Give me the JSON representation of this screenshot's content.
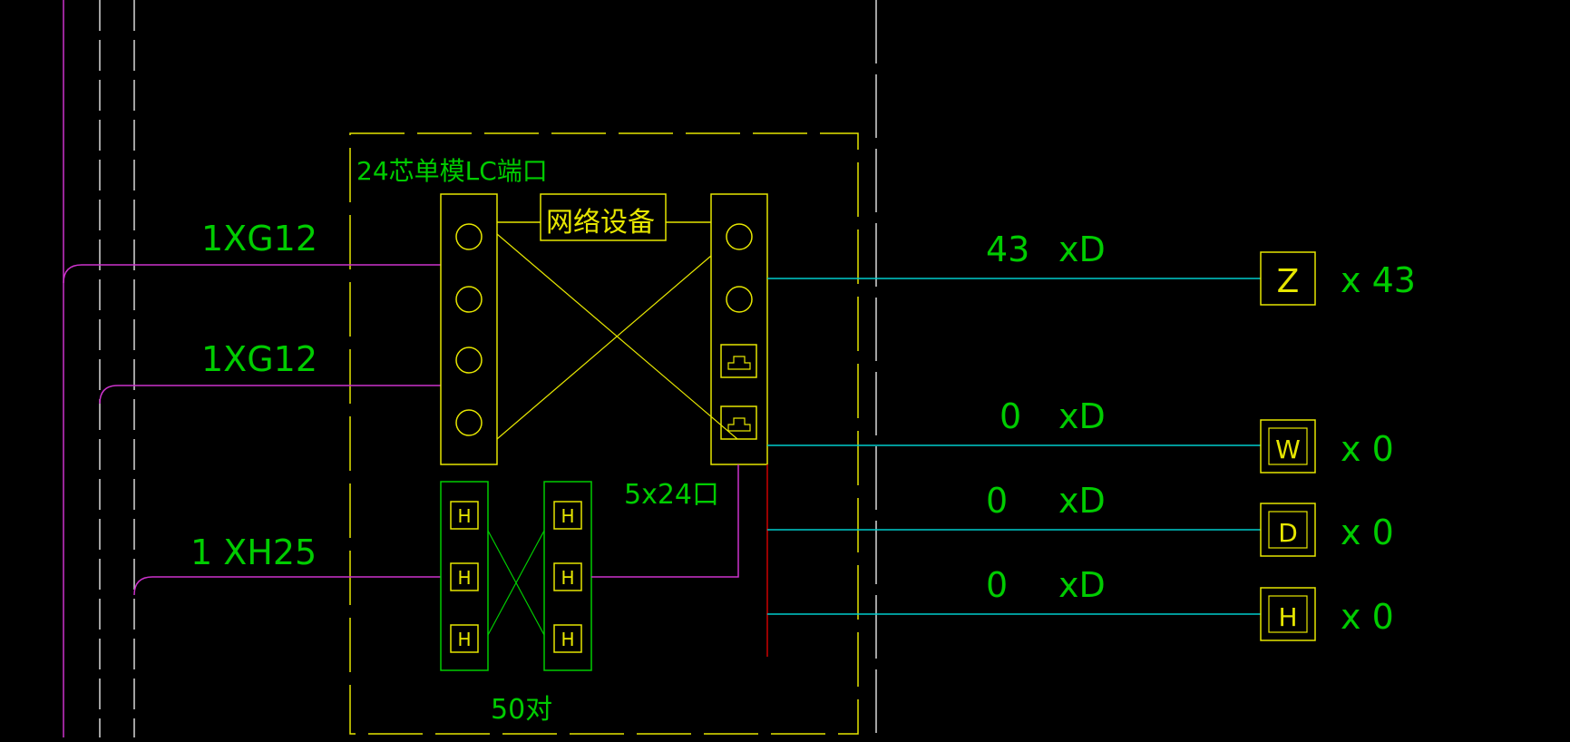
{
  "colors": {
    "background": "#000000",
    "cable_magenta": "#cc33cc",
    "device_yellow": "#e6e600",
    "label_green": "#00cc00",
    "link_cyan": "#00cccc",
    "bus_red": "#cc0000",
    "frame_white": "#d8d8d8"
  },
  "cabinet": {
    "title": "24芯单模LC端口",
    "network_device_label": "网络设备",
    "patch_label": "5x24口",
    "voice_pairs_label": "50对",
    "voice_module_label": "H"
  },
  "incoming_cables": [
    {
      "label": "1XG12"
    },
    {
      "label": "1XG12"
    },
    {
      "label": "1  XH25"
    }
  ],
  "outgoing_links": [
    {
      "count": "43",
      "type": "xD",
      "outlet": "Z",
      "outlet_count": "x 43"
    },
    {
      "count": "0",
      "type": "xD",
      "outlet": "W",
      "outlet_count": "x 0"
    },
    {
      "count": "0",
      "type": "xD",
      "outlet": "D",
      "outlet_count": "x 0"
    },
    {
      "count": "0",
      "type": "xD",
      "outlet": "H",
      "outlet_count": "x 0"
    }
  ]
}
